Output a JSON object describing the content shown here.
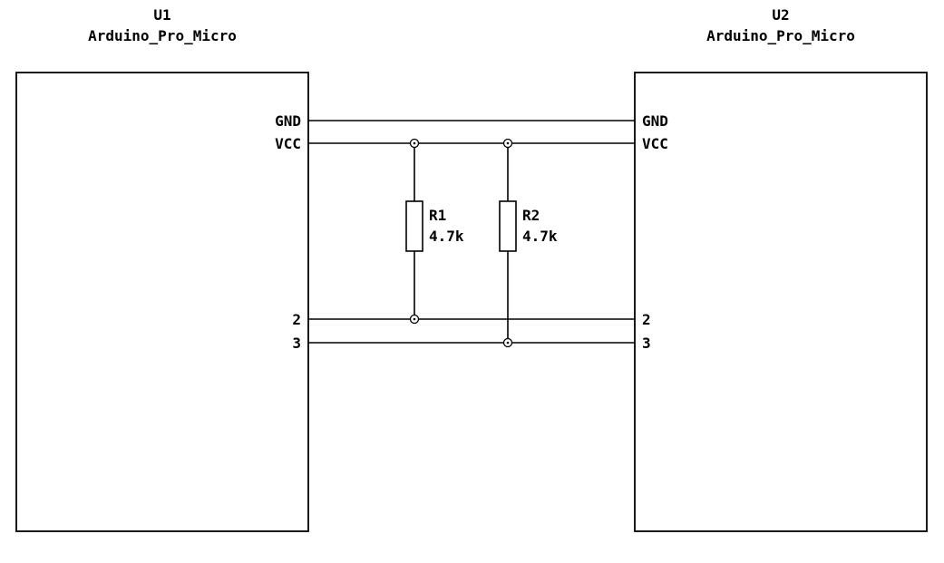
{
  "schematic": {
    "colors": {
      "wire": "#000000",
      "background": "#ffffff",
      "text": "#000000"
    },
    "components": {
      "u1": {
        "ref": "U1",
        "value": "Arduino_Pro_Micro",
        "pins": {
          "gnd": "GND",
          "vcc": "VCC",
          "p2": "2",
          "p3": "3"
        }
      },
      "u2": {
        "ref": "U2",
        "value": "Arduino_Pro_Micro",
        "pins": {
          "gnd": "GND",
          "vcc": "VCC",
          "p2": "2",
          "p3": "3"
        }
      },
      "r1": {
        "ref": "R1",
        "value": "4.7k"
      },
      "r2": {
        "ref": "R2",
        "value": "4.7k"
      }
    }
  }
}
